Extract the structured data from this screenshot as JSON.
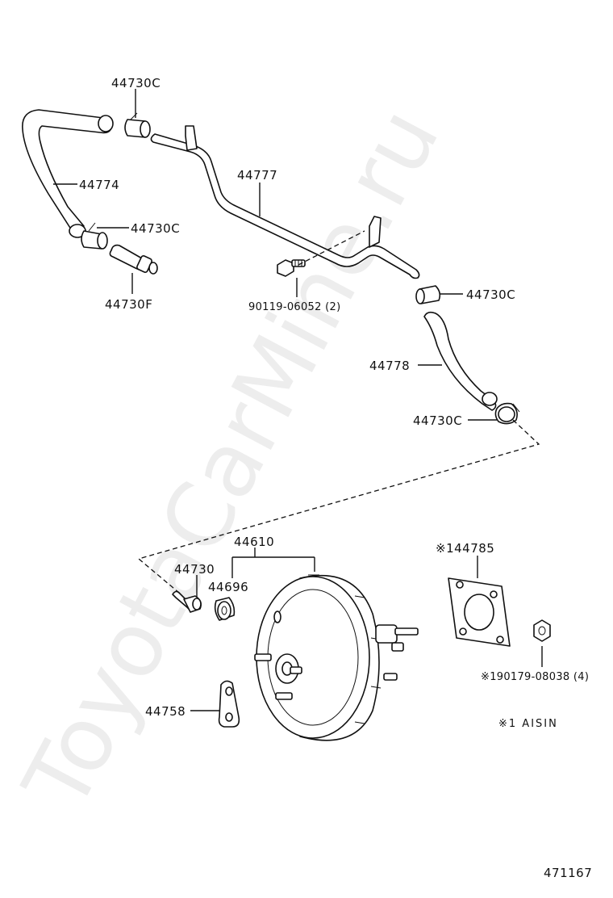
{
  "watermark": "ToyotaCarMine.ru",
  "labels": {
    "clamp_top": "44730C",
    "hose_44774": "44774",
    "clamp_mid_left": "44730C",
    "check_valve": "44730F",
    "pipe_44777": "44777",
    "bolt": "90119-06052 (2)",
    "clamp_right_top": "44730C",
    "hose_44778": "44778",
    "clamp_right_bottom": "44730C",
    "booster_assy": "44610",
    "union_44730": "44730",
    "grommet_44696": "44696",
    "gasket": "※144785",
    "nut": "※190179-08038 (4)",
    "bracket_44758": "44758",
    "note": "※1 AISIN",
    "diagram_number": "471167"
  }
}
